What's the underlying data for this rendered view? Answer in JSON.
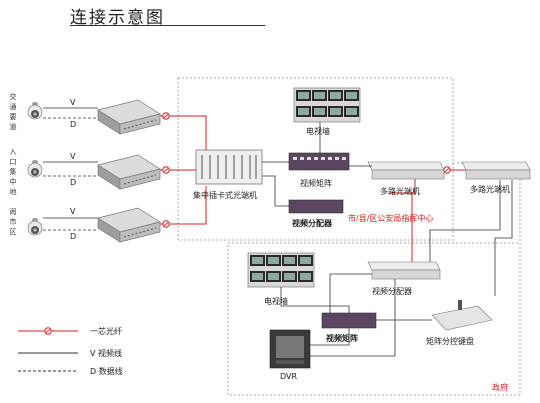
{
  "title": "连接示意图",
  "sites": [
    {
      "label": "交通要道",
      "v": "V",
      "d": "D"
    },
    {
      "label": "入口集中地",
      "v": "V",
      "d": "D"
    },
    {
      "label": "闹市区",
      "v": "V",
      "d": "D"
    }
  ],
  "center": {
    "tv_wall": "电视墙",
    "matrix": "视频矩阵",
    "collect_machine": "集中插卡式光端机",
    "multi_machine": "多路光端机",
    "splitter": "视频分配器",
    "center_name": "市/县/区公安局指挥中心"
  },
  "remote": {
    "multi_machine": "多路光端机",
    "tv_wall": "电视墙",
    "splitter": "视频分配器",
    "matrix": "视频矩阵",
    "dvr": "DVR",
    "keyboard": "矩阵分控键盘",
    "area_name": "政府"
  },
  "legend": [
    {
      "label": "一芯光纤"
    },
    {
      "label": "V 视频线"
    },
    {
      "label": "D 数据线"
    }
  ],
  "colors": {
    "fiber": "#d42020",
    "line": "#333333",
    "border": "#aaaaaa"
  }
}
